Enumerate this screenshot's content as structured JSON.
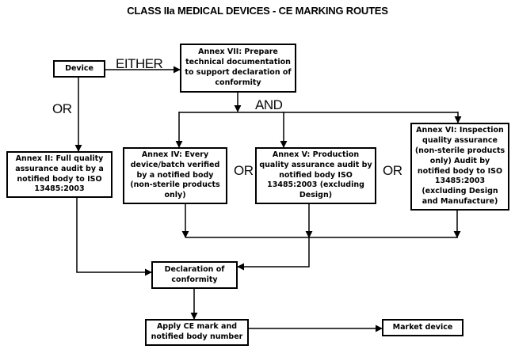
{
  "title": "CLASS IIa MEDICAL DEVICES - CE MARKING ROUTES",
  "nodes": {
    "device": {
      "label": "Device"
    },
    "annex_vii": {
      "label": "Annex VII: Prepare technical documentation to support declaration of conformity"
    },
    "annex_ii": {
      "label": "Annex II: Full quality assurance audit by a notified body to ISO 13485:2003"
    },
    "annex_iv": {
      "label": "Annex IV: Every device/batch verified by a notified body (non-sterile products only)"
    },
    "annex_v": {
      "label": "Annex V: Production quality assurance audit by notified body ISO 13485:2003 (excluding Design)"
    },
    "annex_vi": {
      "label": "Annex VI: Inspection quality assurance (non-sterile products only) Audit by notified body to ISO 13485:2003 (excluding Design and Manufacture)"
    },
    "declaration": {
      "label": "Declaration of conformity"
    },
    "apply_ce": {
      "label": "Apply CE mark and notified body number"
    },
    "market": {
      "label": "Market device"
    }
  },
  "edge_labels": {
    "either": "EITHER",
    "or_left": "OR",
    "and": "AND",
    "or_mid": "OR",
    "or_right": "OR"
  },
  "colors": {
    "line": "#000000",
    "box_border": "#000000",
    "box_fill": "#ffffff",
    "text": "#000000"
  }
}
